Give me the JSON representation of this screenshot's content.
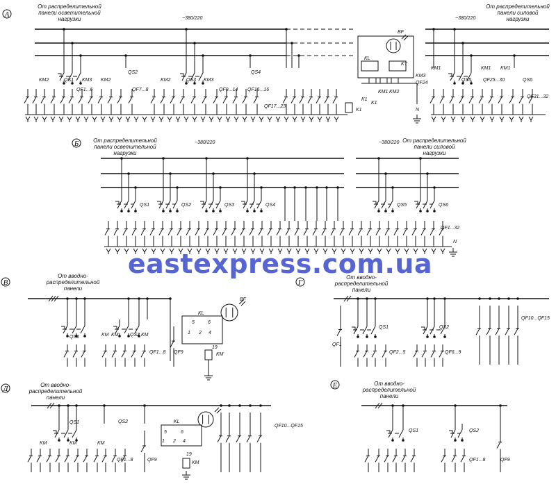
{
  "sections": {
    "A": {
      "letter": "А",
      "left_caption": [
        "От распределительной",
        "панели осветительной",
        "нагрузки"
      ],
      "right_caption": [
        "От распределительной",
        "панели силовой",
        "нагрузки"
      ],
      "voltage_left": "~380/220",
      "voltage_right": "~380/220",
      "labels": [
        "KM2",
        "QS1",
        "KM3",
        "QF1...6",
        "KM2",
        "QS2",
        "QF7...8",
        "KM2",
        "QS3",
        "KM3",
        "QF9...14",
        "QS4",
        "QF15...16",
        "QF17...23",
        "BF",
        "KL",
        "KT",
        "KM3",
        "QF24",
        "KM1",
        "KM2",
        "K1",
        "K1",
        "K1",
        "N",
        "KM1",
        "QS5",
        "KM1",
        "QF25...30",
        "KM1",
        "QS6",
        "QF31...32"
      ]
    },
    "B": {
      "letter": "Б",
      "left_caption": [
        "От распределительной",
        "панели осветительной",
        "нагрузки"
      ],
      "right_caption": [
        "От распределительной",
        "панели силовой",
        "нагрузки"
      ],
      "voltage_left": "~380/220",
      "voltage_right": "~380/220",
      "labels": [
        "QS1",
        "QS2",
        "QS3",
        "QS4",
        "QS5",
        "QS6",
        "QF1...32",
        "N"
      ]
    },
    "V": {
      "letter": "В",
      "caption": [
        "От вводно-",
        "распределительной",
        "панели"
      ],
      "labels": [
        "QS1",
        "KM",
        "KM",
        "QS2",
        "KM",
        "QF1...8",
        "QF9",
        "KL",
        "BF",
        "5",
        "6",
        "1",
        "2",
        "4",
        "19",
        "KM"
      ]
    },
    "G": {
      "letter": "Г",
      "caption": [
        "От вводно-",
        "распределительной",
        "панели"
      ],
      "labels": [
        "QS1",
        "QS2",
        "QF10...QF15",
        "QF1",
        "QF2...5",
        "QF6...9"
      ]
    },
    "D": {
      "letter": "Д",
      "caption": [
        "От вводно-",
        "распределительной",
        "панели"
      ],
      "labels": [
        "QS1",
        "QS2",
        "KM",
        "KM",
        "KM",
        "QF1...8",
        "QF9",
        "KL",
        "5",
        "6",
        "1",
        "2",
        "4",
        "19",
        "KM",
        "QF10...QF15"
      ]
    },
    "E": {
      "letter": "Е",
      "caption": [
        "От вводно-",
        "распределительной",
        "панели"
      ],
      "labels": [
        "QS1",
        "QS2",
        "QF1...8",
        "QF9"
      ]
    }
  },
  "watermark": "eastexpress.com.ua"
}
